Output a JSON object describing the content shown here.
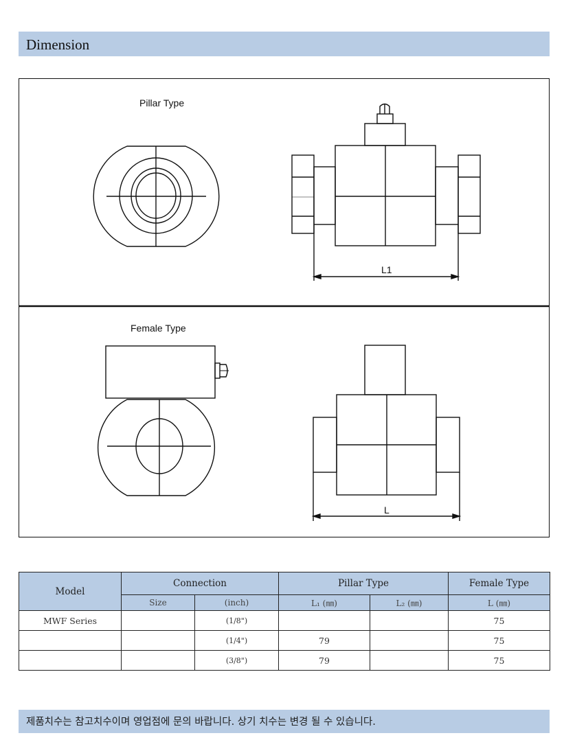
{
  "header": {
    "title": "Dimension"
  },
  "drawings": {
    "pillar_label": "Pillar Type",
    "pillar_dimension": "L1",
    "female_label": "Female Type",
    "female_dimension": "L"
  },
  "table": {
    "head_model": "Model",
    "head_connection": "Connection",
    "head_pillar": "Pillar Type",
    "head_female": "Female Type",
    "sub_size": "Size",
    "sub_inch": "(inch)",
    "sub_l1": "L₁ (㎜)",
    "sub_l2": "L₂ (㎜)",
    "sub_l": "L (㎜)",
    "rows": [
      {
        "model": "MWF Series",
        "size": "",
        "inch": "(1/8\")",
        "l1": "",
        "l2": "",
        "l": "75"
      },
      {
        "model": "",
        "size": "",
        "inch": "(1/4\")",
        "l1": "79",
        "l2": "",
        "l": "75"
      },
      {
        "model": "",
        "size": "",
        "inch": "(3/8\")",
        "l1": "79",
        "l2": "",
        "l": "75"
      }
    ]
  },
  "footer": {
    "note": "제품치수는 참고치수이며 영업점에 문의 바랍니다. 상기 치수는 변경 될 수 있습니다."
  }
}
